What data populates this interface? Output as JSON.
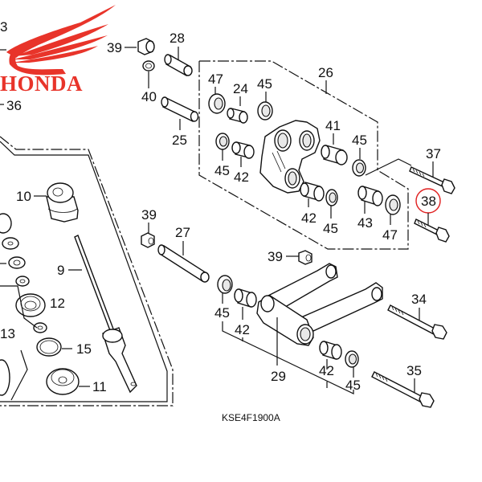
{
  "brand": {
    "name": "HONDA",
    "logo_color": "#e8342a"
  },
  "diagram": {
    "code": "KSE4F1900A",
    "highlight_color": "#e02020",
    "highlighted_part": "38",
    "callouts": {
      "p3": "3",
      "p36": "36",
      "p39a": "39",
      "p40": "40",
      "p28": "28",
      "p25": "25",
      "p26": "26",
      "p47a": "47",
      "p24": "24",
      "p45a": "45",
      "p45b": "45",
      "p42a": "42",
      "p41": "41",
      "p45c": "45",
      "p42b": "42",
      "p45d": "45",
      "p43": "43",
      "p47b": "47",
      "p37": "37",
      "p38": "38",
      "p10": "10",
      "p9": "9",
      "p12": "12",
      "p13": "13",
      "p15": "15",
      "p11": "11",
      "p39b": "39",
      "p27": "27",
      "p39c": "39",
      "p45e": "45",
      "p42c": "42",
      "p29": "29",
      "p42d": "42",
      "p45f": "45",
      "p34": "34",
      "p35": "35"
    }
  }
}
